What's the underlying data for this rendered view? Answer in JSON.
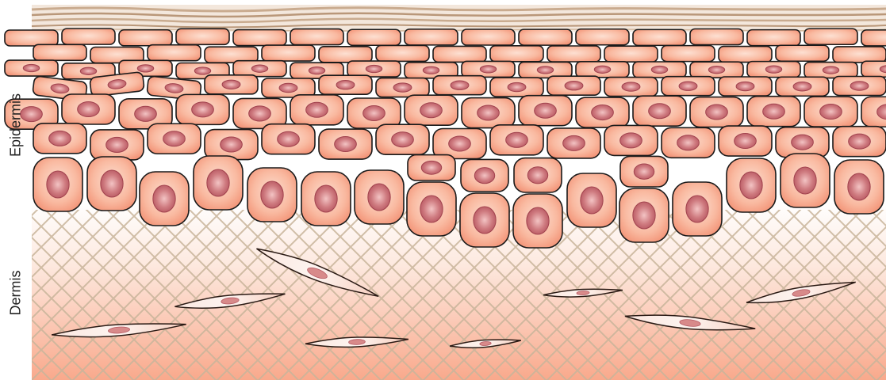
{
  "labels": {
    "epidermis": "Epidermis",
    "dermis": "Dermis"
  },
  "colors": {
    "cell_fill_light": "#fde0d2",
    "cell_fill_dark": "#f4a086",
    "cell_outline": "#1a1a1a",
    "nucleus_fill": "#c0616a",
    "nucleus_highlight": "#f4c2c2",
    "dermis_top": "#ffffff",
    "dermis_bottom": "#f9a98c",
    "collagen_fiber": "#c8b49a",
    "stratum_corneum": "#c9ab8f",
    "fibroblast_fill": "#fbe3da"
  },
  "icons": {
    "keratinocyte": "keratinocyte-cell",
    "fibroblast": "fibroblast-cell",
    "collagen": "collagen-fiber-mesh"
  }
}
